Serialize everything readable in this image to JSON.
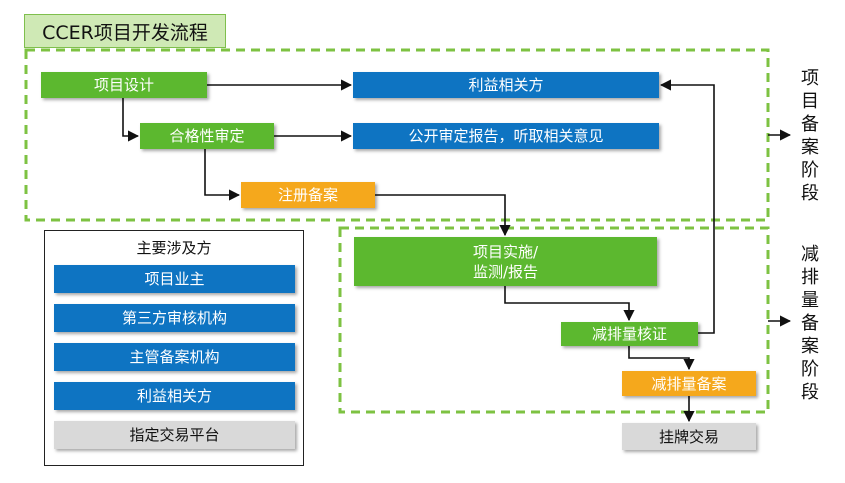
{
  "title": "CCER项目开发流程",
  "flow": {
    "design": "项目设计",
    "stakeholders": "利益相关方",
    "validation": "合格性审定",
    "public_report": "公开审定报告，听取相关意见",
    "registration": "注册备案",
    "implementation": "项目实施/\n监测/报告",
    "verification": "减排量核证",
    "reduction_filing": "减排量备案",
    "listing": "挂牌交易"
  },
  "stages": {
    "project_filing": "项目备案阶段",
    "reduction_filing": "减排量备案阶段"
  },
  "legend": {
    "title": "主要涉及方",
    "items": [
      "项目业主",
      "第三方审核机构",
      "主管备案机构",
      "利益相关方",
      "指定交易平台"
    ]
  },
  "colors": {
    "green": "#5cb82f",
    "blue": "#0e74c2",
    "orange": "#f5a81c",
    "grey": "#d9d9d9",
    "dashed_border": "#7dc242"
  }
}
